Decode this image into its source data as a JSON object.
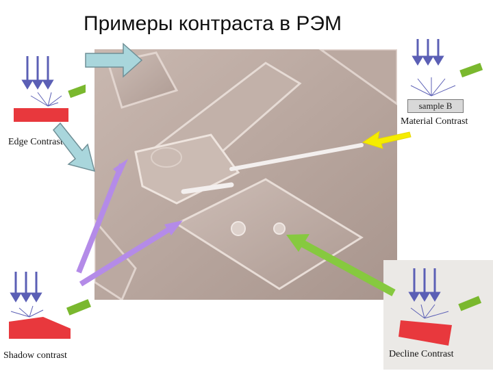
{
  "title": "Примеры контраста в РЭМ",
  "labels": {
    "edge": "Edge Contrast",
    "material": "Material Contrast",
    "shadow": "Shadow contrast",
    "decline": "Decline Contrast",
    "sample": "sample B"
  },
  "colors": {
    "beam": "#5b5fb5",
    "sample_red": "#e8383d",
    "detector_green": "#7ab82e",
    "arrow_cyan": "#a9d6dc",
    "arrow_yellow": "#f5ec00",
    "arrow_lilac": "#b48be8",
    "arrow_green": "#86c93f",
    "sem_tone": "#b8a59d"
  }
}
